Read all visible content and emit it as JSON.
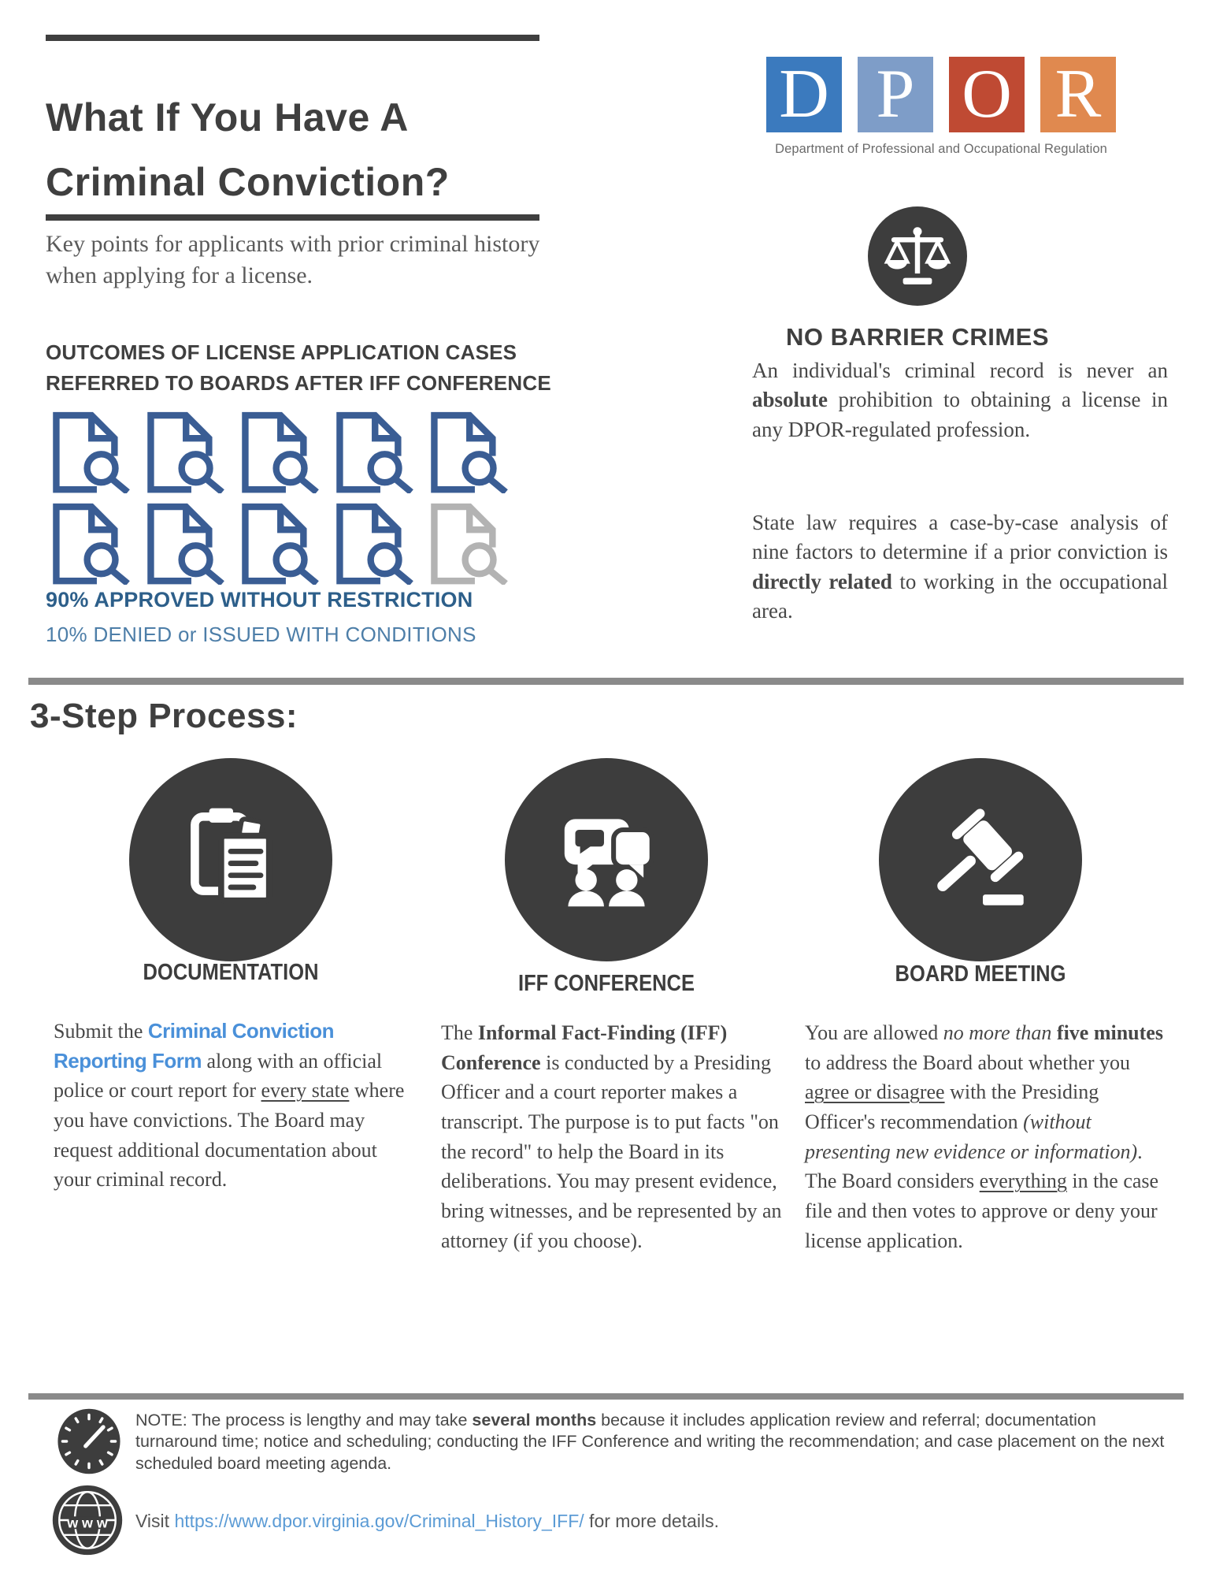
{
  "colors": {
    "ink": "#3f3f3f",
    "subtitle_gray": "#5a5a5a",
    "caption_gray": "#6b6b6b",
    "rule_gray": "#8a8a8a",
    "circle_dark": "#3d3d3d",
    "icon_blue": "#3a5d94",
    "icon_gray": "#b3b3b3",
    "approved_text": "#2d5f8a",
    "denied_text": "#4d7ea8",
    "form_blue": "#4a90d9",
    "link_blue": "#5b9bd5"
  },
  "header": {
    "title_line1": "What If You Have A",
    "title_line2": "Criminal Conviction?",
    "subtitle": "Key points for applicants with prior criminal history when applying for a license.",
    "logo": {
      "letters": [
        {
          "ch": "D",
          "bg": "#3b7abe"
        },
        {
          "ch": "P",
          "bg": "#7e9dc8"
        },
        {
          "ch": "O",
          "bg": "#bf4a33"
        },
        {
          "ch": "R",
          "bg": "#e0894f"
        }
      ],
      "caption": "Department of Professional and Occupational Regulation"
    }
  },
  "outcomes": {
    "heading_line1": "OUTCOMES OF LICENSE APPLICATION CASES",
    "heading_line2": "REFERRED TO BOARDS AFTER IFF CONFERENCE",
    "icons": {
      "total": 10,
      "approved": 9
    },
    "approved_label": "90% APPROVED WITHOUT RESTRICTION",
    "denied_label": "10% DENIED or ISSUED WITH CONDITIONS"
  },
  "no_barrier": {
    "heading": "NO BARRIER CRIMES",
    "para1": [
      {
        "t": "An individual's criminal record is never an "
      },
      {
        "t": "absolute",
        "c": "b"
      },
      {
        "t": " prohibition to obtaining a license in any DPOR-regulated profession."
      }
    ],
    "para2": [
      {
        "t": "State law requires a case-by-case analysis of nine factors to determine if a prior conviction is "
      },
      {
        "t": "directly related",
        "c": "b"
      },
      {
        "t": " to working in the occupational area."
      }
    ]
  },
  "process": {
    "heading": "3-Step Process:",
    "steps": [
      {
        "label": "DOCUMENTATION",
        "icon": "documents-icon",
        "body": [
          {
            "t": "Submit the "
          },
          {
            "t": "Criminal Conviction Reporting Form",
            "c": "form"
          },
          {
            "t": " along with an official police or court report for "
          },
          {
            "t": "every state",
            "c": "u"
          },
          {
            "t": " where you have convictions. The Board may request additional documentation about your criminal record."
          }
        ]
      },
      {
        "label": "IFF CONFERENCE",
        "icon": "conference-icon",
        "body": [
          {
            "t": "The "
          },
          {
            "t": "Informal Fact-Finding (IFF) Conference",
            "c": "b"
          },
          {
            "t": " is conducted by a Presiding Officer and a court reporter makes a transcript. The purpose is to put facts \"on the record\" to help the Board in its deliberations. You may present evidence, bring witnesses, and be represented by an attorney (if you choose)."
          }
        ]
      },
      {
        "label": "BOARD MEETING",
        "icon": "gavel-icon",
        "body": [
          {
            "t": "You are allowed "
          },
          {
            "t": "no more than",
            "c": "i"
          },
          {
            "t": " "
          },
          {
            "t": "five minutes",
            "c": "b"
          },
          {
            "t": " to address the Board about whether you "
          },
          {
            "t": "agree or disagree",
            "c": "u"
          },
          {
            "t": " with the Presiding Officer's recommendation "
          },
          {
            "t": "(without presenting new evidence or information)",
            "c": "i"
          },
          {
            "t": ". The Board considers "
          },
          {
            "t": "everything",
            "c": "u"
          },
          {
            "t": " in the case file and then votes to approve or deny your license application."
          }
        ]
      }
    ]
  },
  "footer": {
    "note": [
      {
        "t": "NOTE: The process is lengthy and may take "
      },
      {
        "t": "several months",
        "c": "b"
      },
      {
        "t": " because it includes application review and referral; documentation turnaround time; notice and scheduling; conducting the IFF Conference and writing the recommendation; and case placement on the next scheduled board meeting agenda."
      }
    ],
    "visit": [
      {
        "t": "Visit "
      },
      {
        "t": "https://www.dpor.virginia.gov/Criminal_History_IFF/",
        "c": "link"
      },
      {
        "t": "  for more details."
      }
    ]
  }
}
